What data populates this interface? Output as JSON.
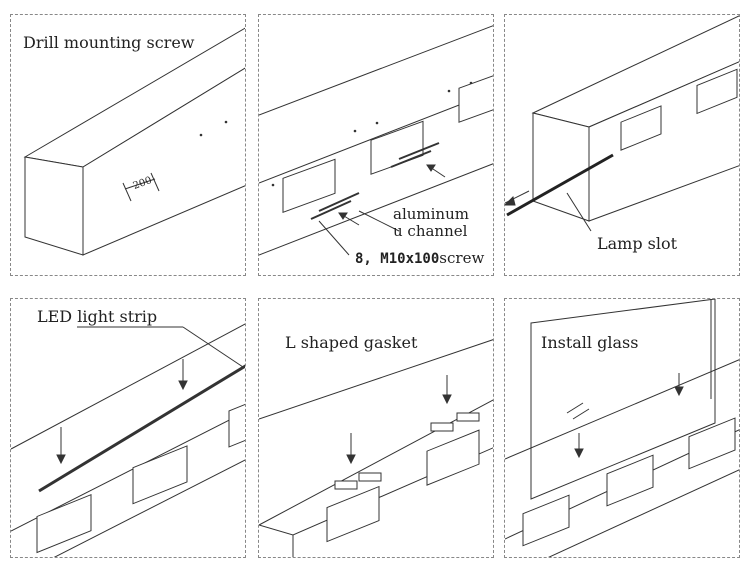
{
  "steps": [
    {
      "caption": "Drill mounting screw",
      "dimension": "200"
    },
    {
      "label_channel_line1": "aluminum",
      "label_channel_line2": "u channel",
      "label_screw_prefix": "8, M10x100",
      "label_screw_suffix": "screw"
    },
    {
      "caption": "Lamp slot"
    },
    {
      "caption": "LED light strip"
    },
    {
      "caption": "L shaped gasket"
    },
    {
      "caption": "Install glass"
    }
  ],
  "colors": {
    "line": "#333333",
    "dash": "#888888"
  }
}
